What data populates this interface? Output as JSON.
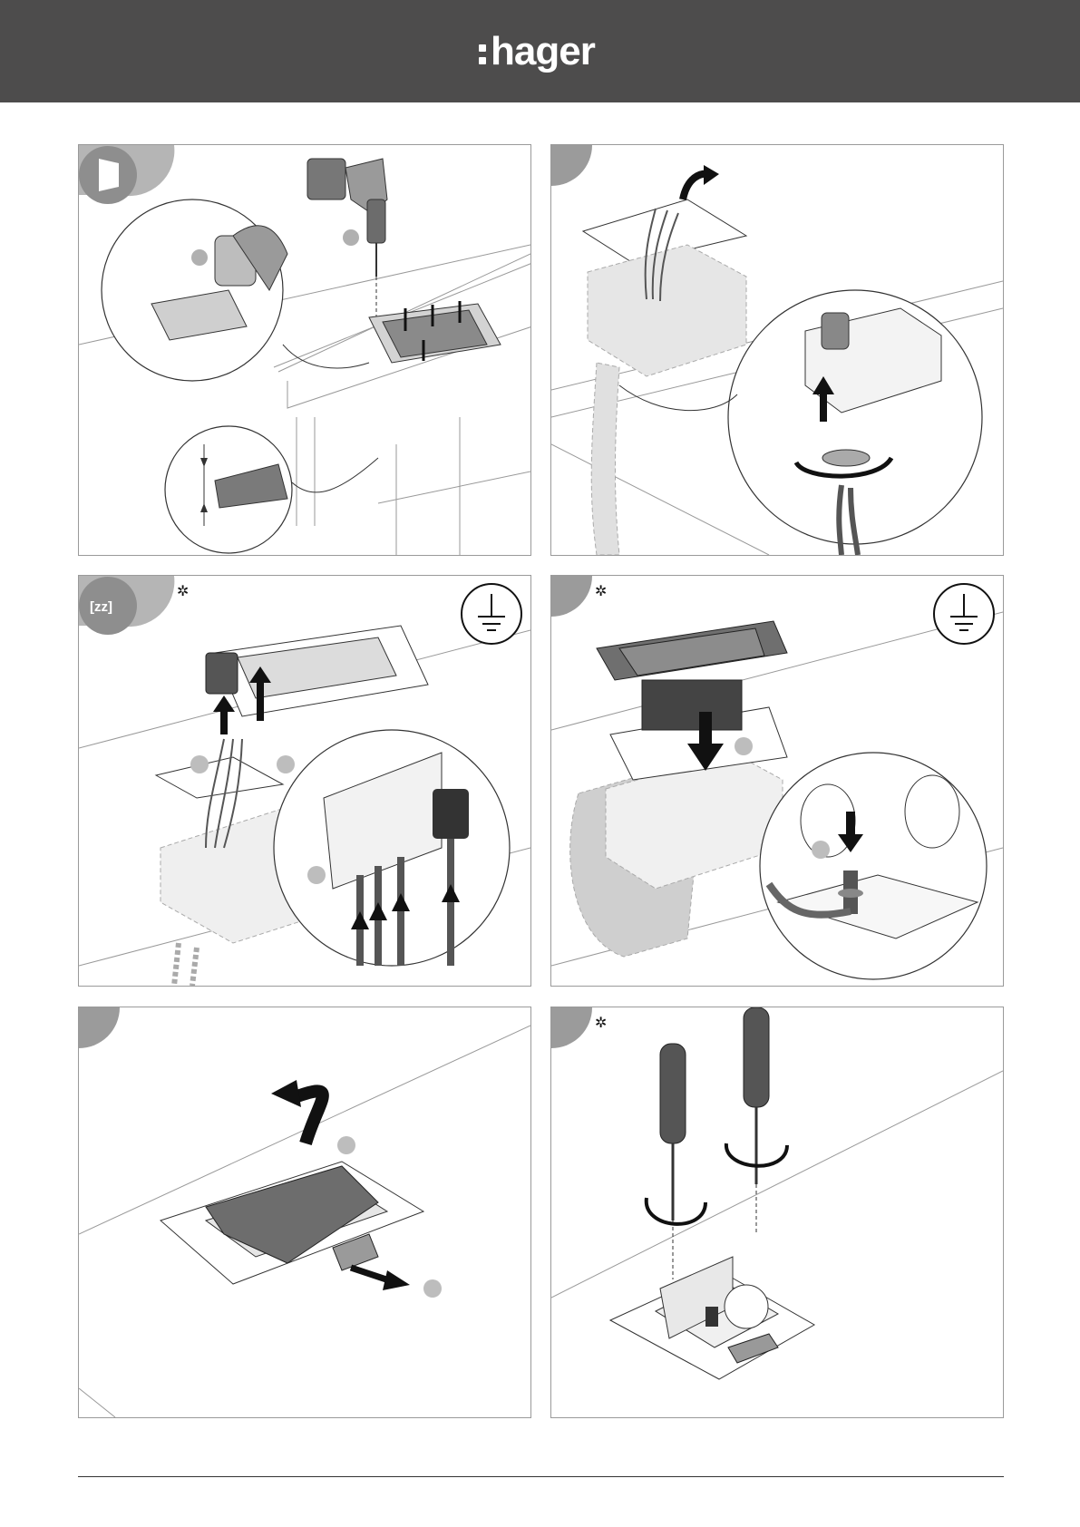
{
  "brand": {
    "name": "hager"
  },
  "colors": {
    "header": "#4d4c4c",
    "step_badge": "#9b9b9b",
    "outline": "#333333",
    "ghost": "#bdbdbd",
    "fill": "#6f6f6f"
  },
  "panels": [
    {
      "id": "step-cutout-drill",
      "icons": [
        "template-icon",
        "jigsaw-icon",
        "drill-icon",
        "thickness-gauge-icon"
      ]
    },
    {
      "id": "step-junction-box",
      "icons": [
        "cable-arrow-icon",
        "cable-gland-icon",
        "rotate-icon"
      ]
    },
    {
      "id": "step-connect-socket",
      "icons": [
        "connector-tool-icon",
        "ground-symbol-icon",
        "up-arrow-icon"
      ]
    },
    {
      "id": "step-insert-ground",
      "icons": [
        "ground-symbol-icon",
        "down-arrow-icon"
      ]
    },
    {
      "id": "step-open-lid",
      "icons": [
        "lift-arrow-icon",
        "slide-arrow-icon"
      ]
    },
    {
      "id": "step-fix-screws",
      "icons": [
        "screwdriver-icon",
        "rotate-icon"
      ]
    }
  ]
}
